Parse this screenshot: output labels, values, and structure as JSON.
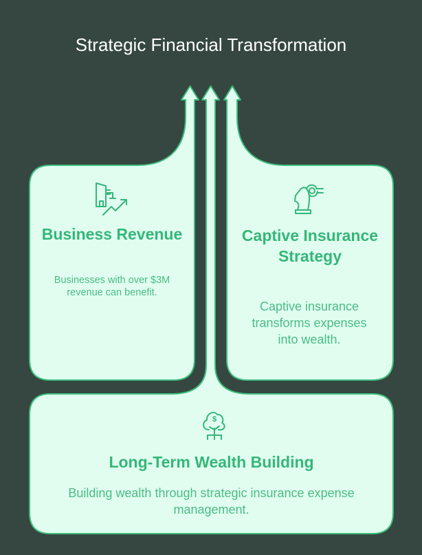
{
  "title": "Strategic Financial Transformation",
  "colors": {
    "background": "#354740",
    "card_fill": "#e0fdf0",
    "accent": "#3dbd7d"
  },
  "cards": [
    {
      "icon": "building-growth-icon",
      "heading": "Business Revenue",
      "description": "Businesses with over $3M revenue can benefit."
    },
    {
      "icon": "chess-knight-icon",
      "heading": "Captive Insurance Strategy",
      "description": "Captive insurance transforms expenses into wealth."
    },
    {
      "icon": "money-tree-icon",
      "heading": "Long-Term Wealth Building",
      "description": "Building wealth through strategic insurance expense management."
    }
  ]
}
